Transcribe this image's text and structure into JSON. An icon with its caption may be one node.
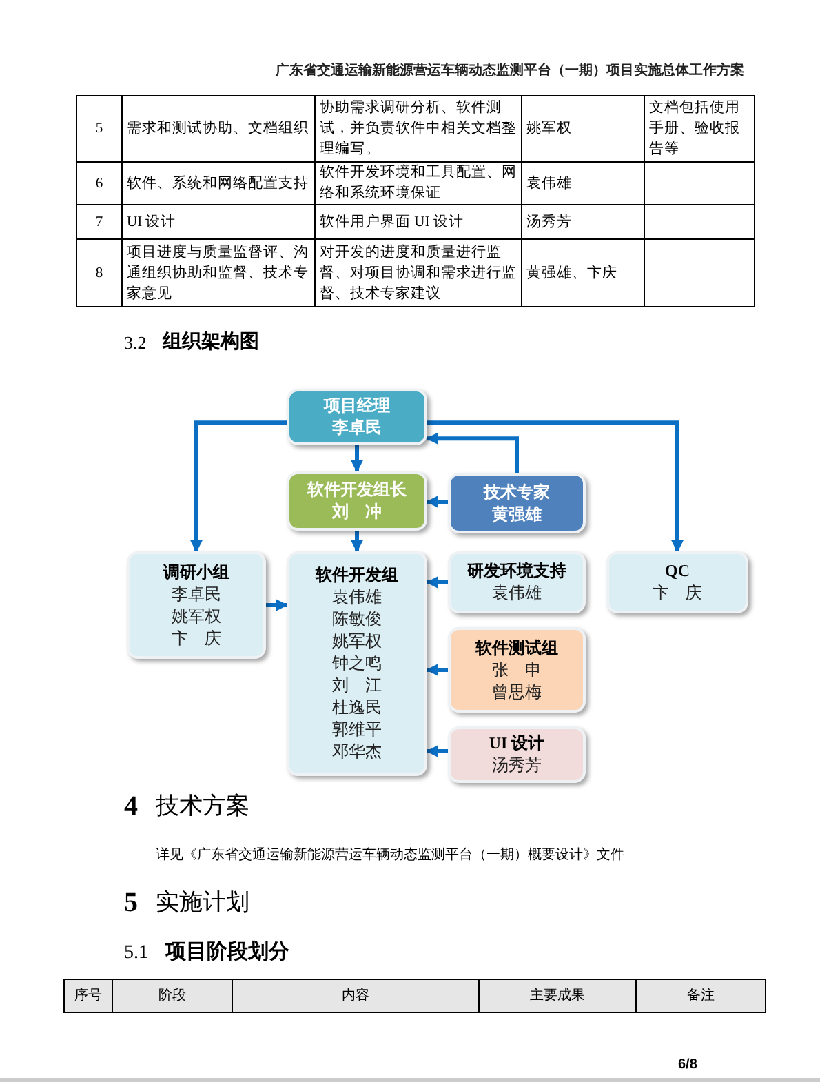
{
  "diagram": {
    "nodes": [
      {
        "text": [
          "项目经理",
          "李卓民"
        ]
      },
      {
        "text": [
          "软件开发组长",
          "刘　冲"
        ]
      },
      {
        "text": [
          "技术专家",
          "黄强雄"
        ]
      },
      {
        "text": [
          "调研小组",
          "李卓民",
          "姚军权",
          "卞　庆"
        ]
      },
      {
        "text": [
          "软件开发组",
          "袁伟雄",
          "陈敏俊",
          "姚军权",
          "钟之鸣",
          "刘　江",
          "杜逸民",
          "郭维平",
          "邓华杰"
        ]
      },
      {
        "text": [
          "研发环境支持",
          "袁伟雄"
        ]
      },
      {
        "text": [
          "软件测试组",
          "张　申",
          "曾思梅"
        ]
      },
      {
        "text": [
          "UI 设计",
          "汤秀芳"
        ]
      },
      {
        "text": [
          "QC",
          "卞　庆"
        ]
      }
    ],
    "edges": [
      {
        "from": 0,
        "to": 3,
        "arrow": "to"
      },
      {
        "from": 0,
        "to": 1,
        "arrow": "to"
      },
      {
        "from": 0,
        "to": 8,
        "arrow": "to"
      },
      {
        "from": 2,
        "to": 0,
        "arrow": "to"
      },
      {
        "from": 2,
        "to": 1,
        "arrow": "to"
      },
      {
        "from": 1,
        "to": 4,
        "arrow": "to"
      },
      {
        "from": 3,
        "to": 4,
        "arrow": "to"
      },
      {
        "from": 5,
        "to": 4,
        "arrow": "to"
      },
      {
        "from": 6,
        "to": 4,
        "arrow": "to"
      },
      {
        "from": 7,
        "to": 4,
        "arrow": "to"
      }
    ],
    "labels": [
      "广东省交通运输新能源营运车辆动态监测平台（一期）项目实施总体工作方案",
      "5",
      "需求和测试协助、文档组织",
      "协助需求调研分析、软件测试，并负责软件中相关文档整理编写。",
      "姚军权",
      "文档包括使用手册、验收报告等",
      "6",
      "软件、系统和网络配置支持",
      "软件开发环境和工具配置、网络和系统环境保证",
      "袁伟雄",
      "7",
      "UI 设计",
      "软件用户界面 UI 设计",
      "汤秀芳",
      "8",
      "项目进度与质量监督评、沟通组织协助和监督、技术专家意见",
      "对开发的进度和质量进行监督、对项目协调和需求进行监督、技术专家建议",
      "黄强雄、卞庆",
      "3.2",
      "组织架构图",
      "4",
      "技术方案",
      "详见《广东省交通运输新能源营运车辆动态监测平台（一期）概要设计》文件",
      "5",
      "实施计划",
      "5.1",
      "项目阶段划分",
      "序号",
      "阶段",
      "内容",
      "主要成果",
      "备注",
      "6/8"
    ]
  }
}
